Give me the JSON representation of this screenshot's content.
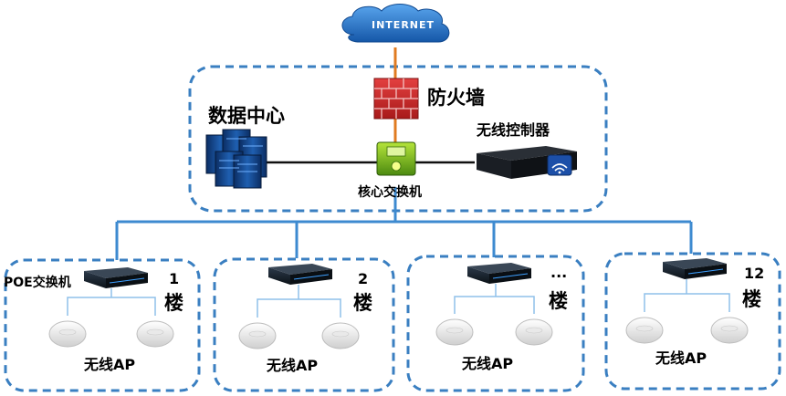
{
  "internet": {
    "label": "INTERNET"
  },
  "firewall": {
    "label": "防火墙"
  },
  "datacenter": {
    "label": "数据中心"
  },
  "controller": {
    "label": "无线控制器"
  },
  "core_switch": {
    "label": "核心交换机"
  },
  "poe_switch": {
    "label": "POE交换机"
  },
  "floors": [
    {
      "number": "1",
      "unit": "楼",
      "ap_label": "无线AP"
    },
    {
      "number": "2",
      "unit": "楼",
      "ap_label": "无线AP"
    },
    {
      "number": "...",
      "unit": "楼",
      "ap_label": "无线AP"
    },
    {
      "number": "12",
      "unit": "楼",
      "ap_label": "无线AP"
    }
  ],
  "colors": {
    "dashed_border": "#3a7fc1",
    "trunk_line": "#3d8ad0",
    "uplink_line": "#e07b21",
    "cloud": "#1f6fc4"
  }
}
